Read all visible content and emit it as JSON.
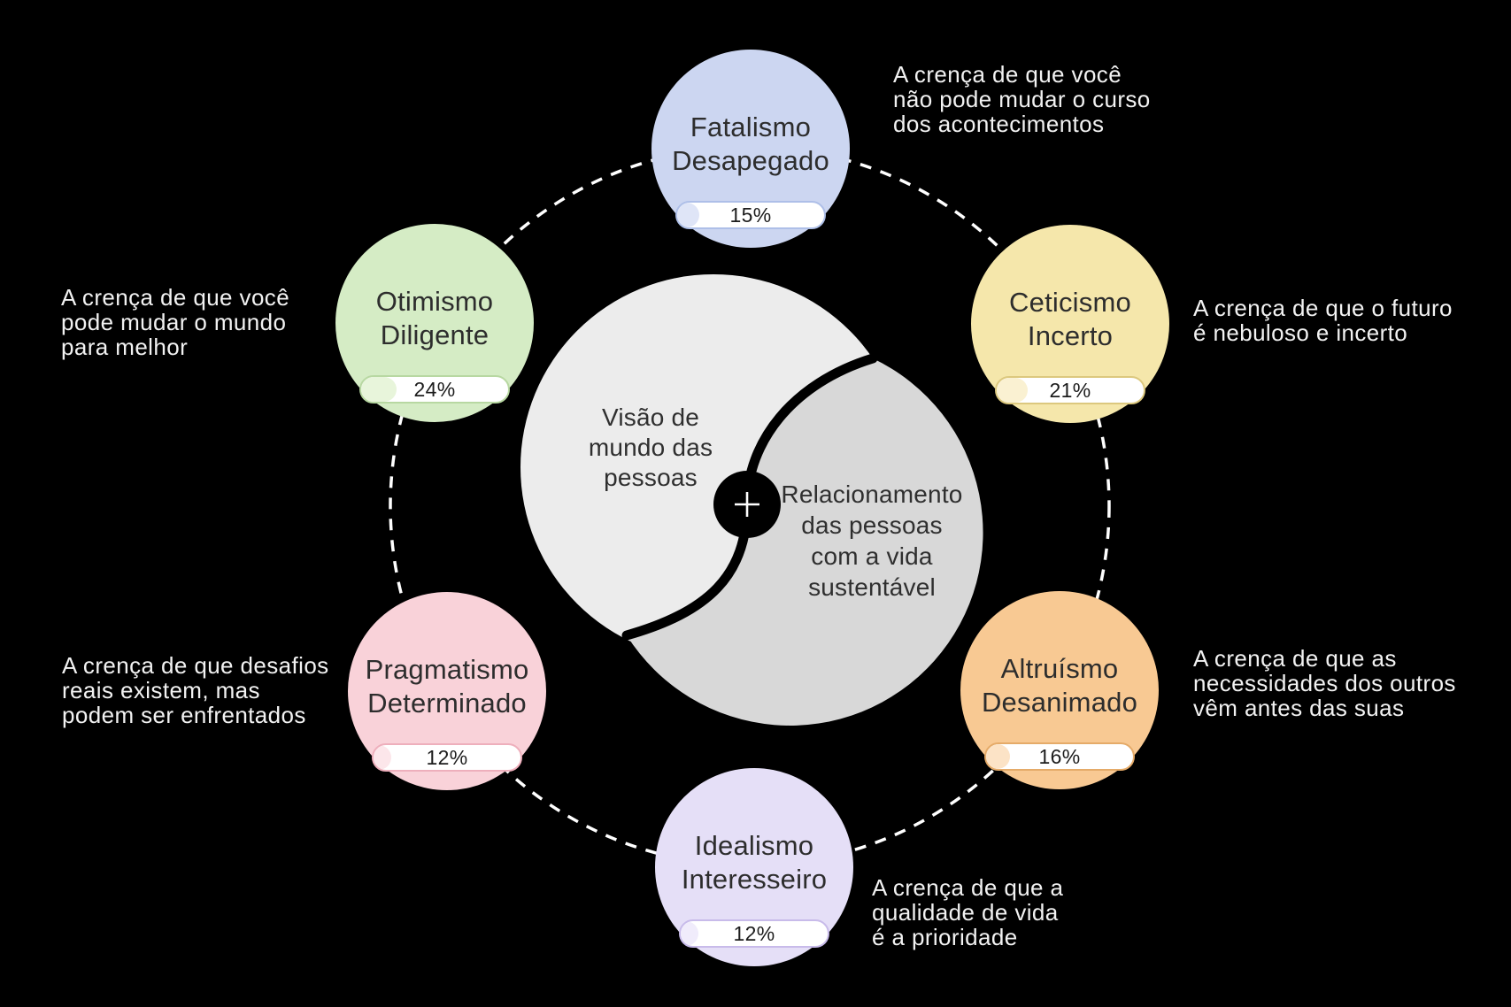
{
  "title": "Infográfico de visões de mundo e vida sustentável",
  "colors": {
    "background": "#000000",
    "description_text": "#f2f2f2",
    "bubble_label_text": "#2d2d2d",
    "center_light": "#ececec",
    "center_dark": "#d8d8d8",
    "divider": "#000000",
    "dashed_ring": "#ffffff",
    "plus": "#ffffff"
  },
  "center": {
    "left_lines": [
      "Visão de",
      "mundo das",
      "pessoas"
    ],
    "right_lines": [
      "Relacionamento",
      "das pessoas",
      "com a vida",
      "sustentável"
    ],
    "plus_symbol": "+"
  },
  "segments": [
    {
      "id": "fatalismo",
      "label_lines": [
        "Fatalismo",
        "Desapegado"
      ],
      "percent": 15,
      "percent_label": "15%",
      "desc_lines": [
        "A crença de que você",
        "não pode mudar o curso",
        "dos acontecimentos"
      ],
      "circle_color": "#ccd6f1",
      "fill_tint": "#dfe5f7",
      "pill_border": "#aebfe8"
    },
    {
      "id": "ceticismo",
      "label_lines": [
        "Ceticismo",
        "Incerto"
      ],
      "percent": 21,
      "percent_label": "21%",
      "desc_lines": [
        "A crença de que o futuro",
        "é nebuloso e incerto"
      ],
      "circle_color": "#f5e7ab",
      "fill_tint": "#faf1d2",
      "pill_border": "#dcc87e"
    },
    {
      "id": "altruismo",
      "label_lines": [
        "Altruísmo",
        "Desanimado"
      ],
      "percent": 16,
      "percent_label": "16%",
      "desc_lines": [
        "A crença de que as",
        "necessidades dos outros",
        "vêm antes das suas"
      ],
      "circle_color": "#f8c993",
      "fill_tint": "#fce3c6",
      "pill_border": "#e5ab69"
    },
    {
      "id": "idealismo",
      "label_lines": [
        "Idealismo",
        "Interesseiro"
      ],
      "percent": 12,
      "percent_label": "12%",
      "desc_lines": [
        "A crença de que a",
        "qualidade de vida",
        "é a prioridade"
      ],
      "circle_color": "#e5dff7",
      "fill_tint": "#f0ecfb",
      "pill_border": "#c8bbea"
    },
    {
      "id": "pragmatismo",
      "label_lines": [
        "Pragmatismo",
        "Determinado"
      ],
      "percent": 12,
      "percent_label": "12%",
      "desc_lines": [
        "A crença de que desafios",
        "reais existem, mas",
        "podem ser enfrentados"
      ],
      "circle_color": "#f9d2d9",
      "fill_tint": "#fce6ea",
      "pill_border": "#eeafbc"
    },
    {
      "id": "otimismo",
      "label_lines": [
        "Otimismo",
        "Diligente"
      ],
      "percent": 24,
      "percent_label": "24%",
      "desc_lines": [
        "A crença de que você",
        "pode mudar o mundo",
        "para melhor"
      ],
      "circle_color": "#d5ecc5",
      "fill_tint": "#e8f5db",
      "pill_border": "#b8d8a2"
    }
  ]
}
